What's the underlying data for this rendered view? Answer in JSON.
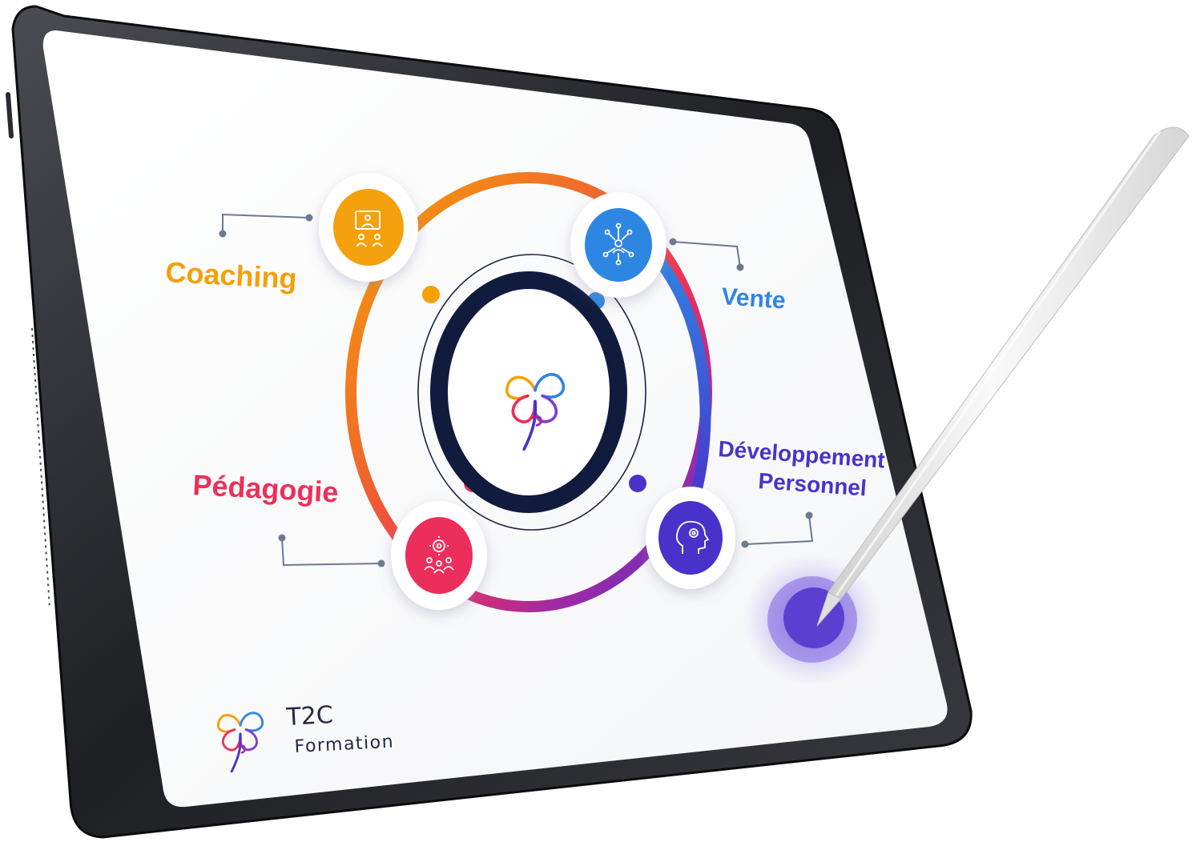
{
  "diagram": {
    "nodes": [
      {
        "id": "coaching",
        "label": "Coaching",
        "color": "#F5A007",
        "icon": "video-training-icon"
      },
      {
        "id": "vente",
        "label": "Vente",
        "color": "#2F86E3",
        "icon": "network-people-icon"
      },
      {
        "id": "developpement",
        "label_line1": "Développement",
        "label_line2": "Personnel",
        "color": "#4A33C9",
        "icon": "head-gear-icon"
      },
      {
        "id": "pedagogie",
        "label": "Pédagogie",
        "color": "#EC2F5B",
        "icon": "group-gear-icon"
      }
    ],
    "center": {
      "icon": "clover-logo-icon",
      "ring_color": "#111B3D"
    }
  },
  "brand": {
    "name": "T2C",
    "subtitle": "Formation",
    "text_color": "#1E2A44",
    "icon": "clover-logo-icon"
  },
  "device": {
    "frame_color": "#2A2B2F",
    "screen_color": "#FFFFFF",
    "pen_color": "#EDEDED",
    "touch_color": "#5B3FD0"
  }
}
